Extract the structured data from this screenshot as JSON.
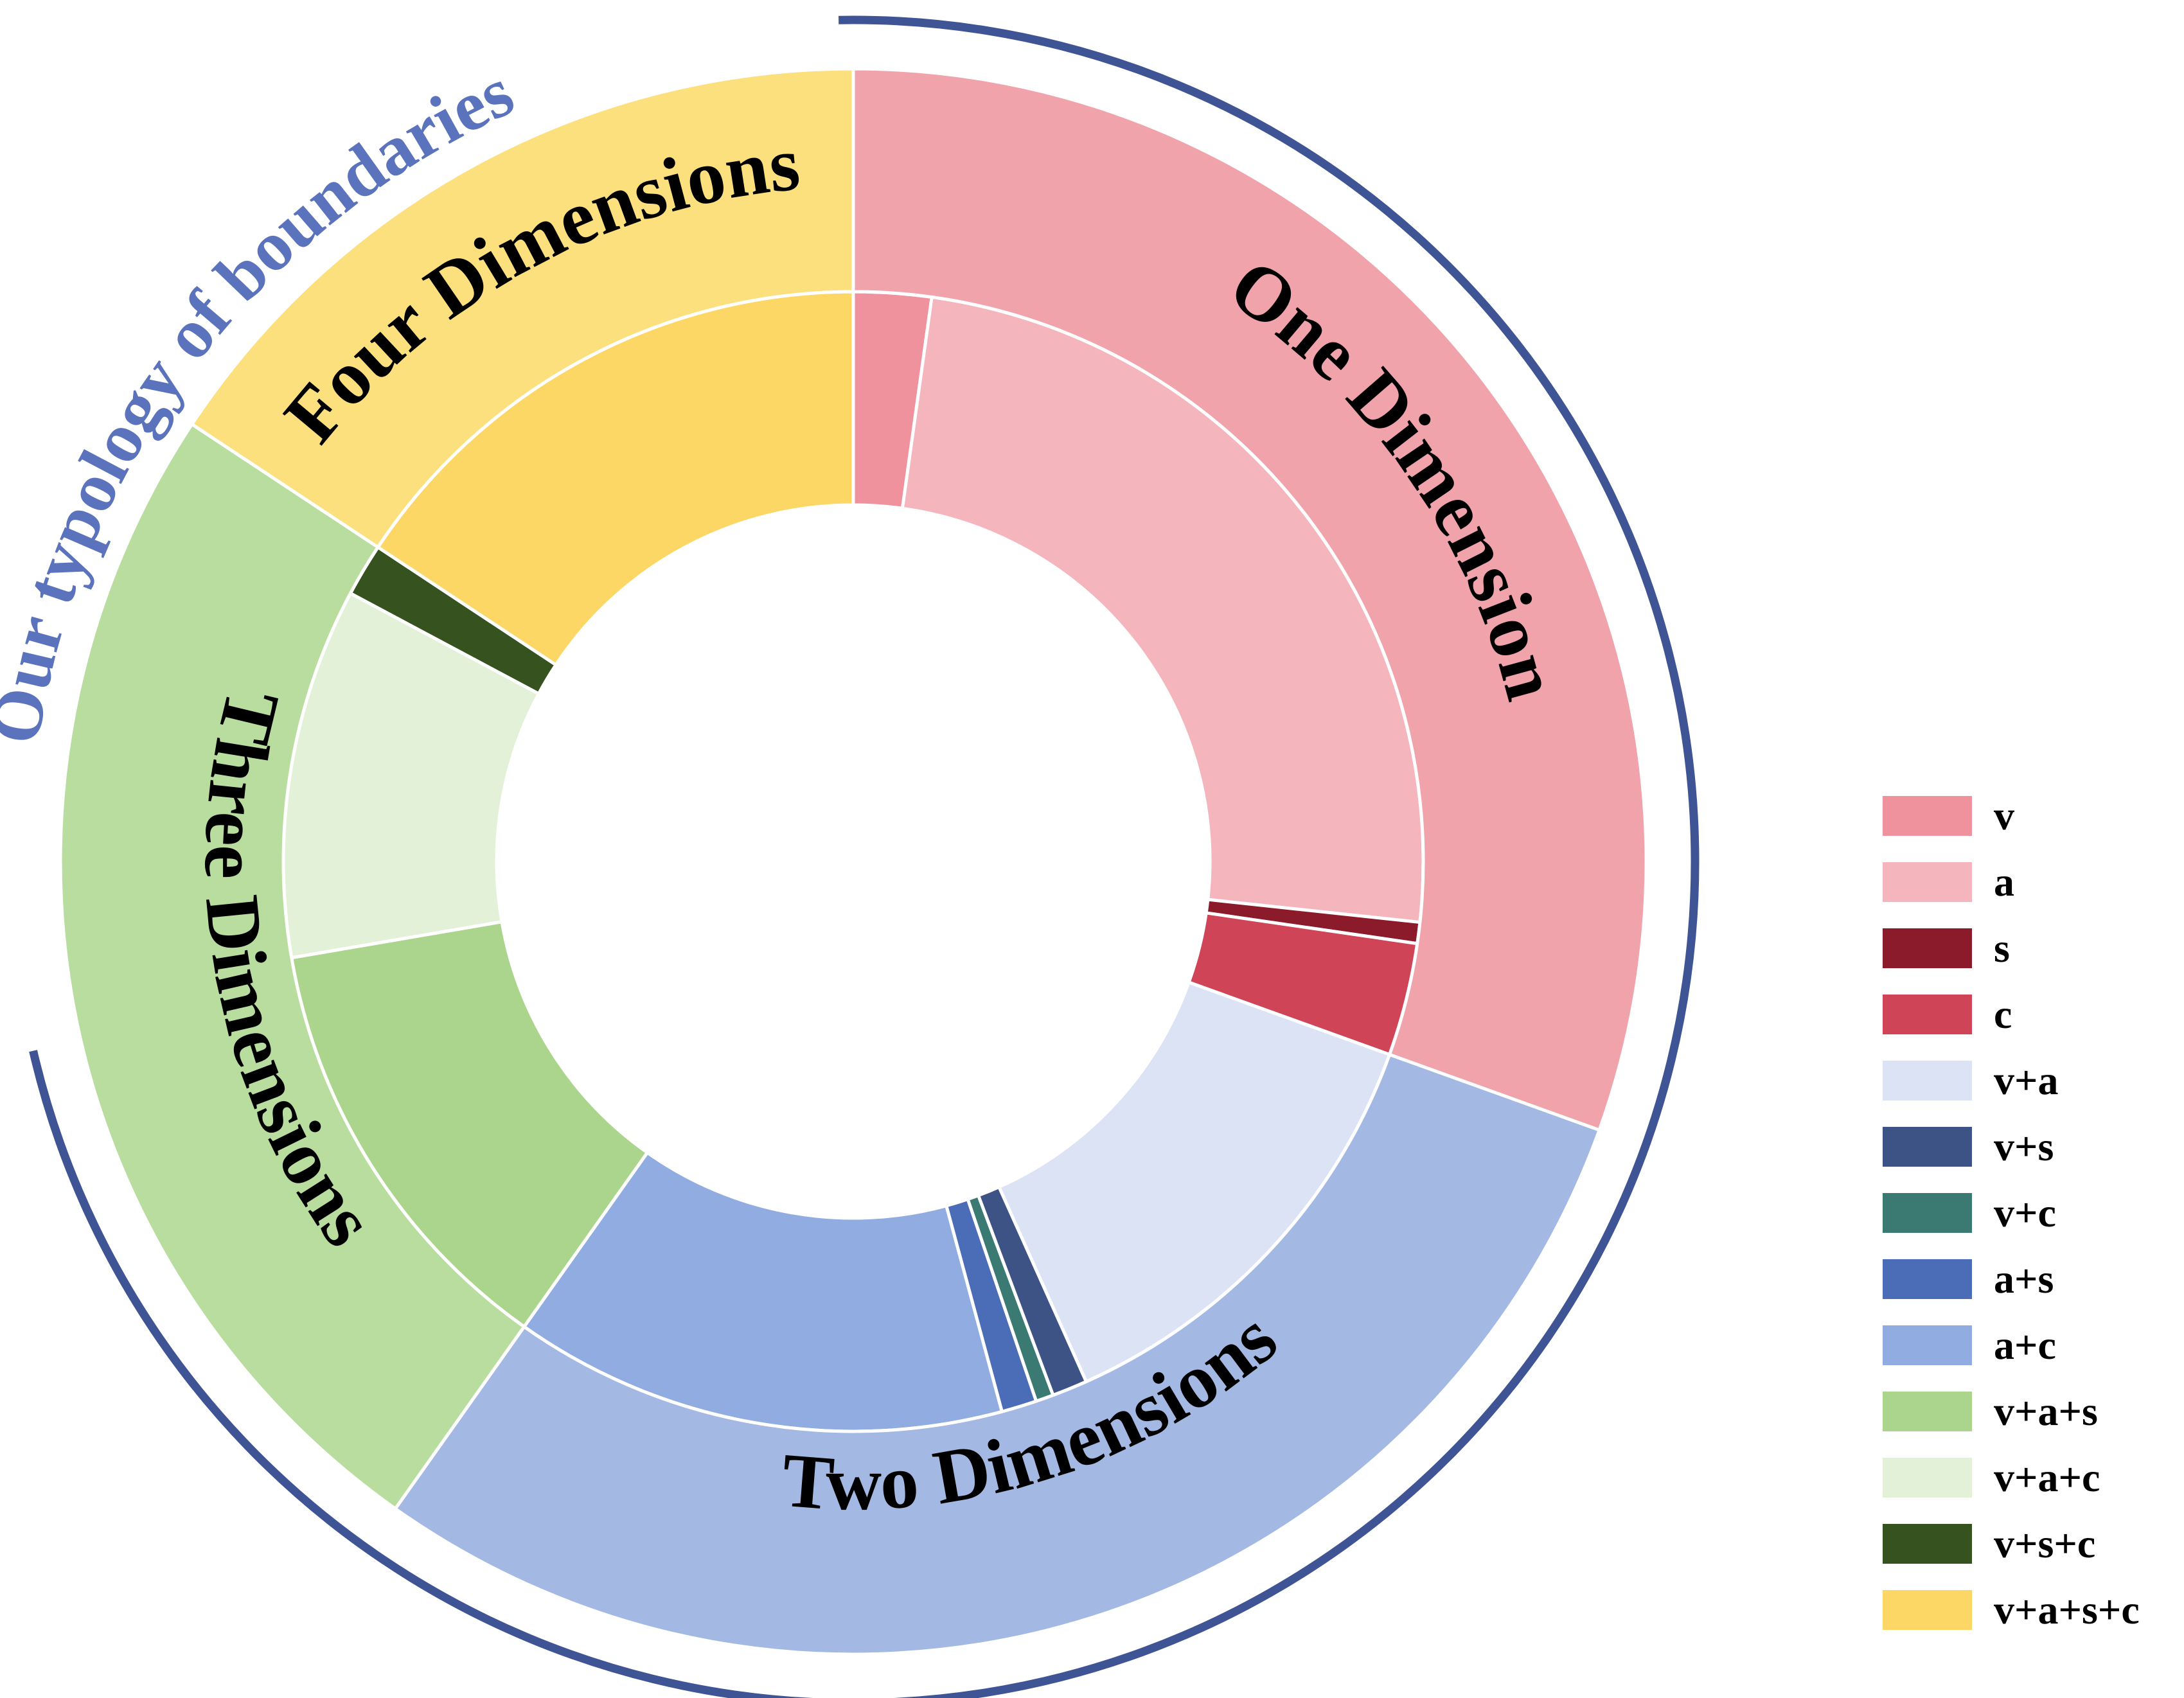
{
  "chart_data": {
    "type": "sunburst",
    "title": "Our typology of boundaries",
    "legend_position": "right",
    "groups": [
      {
        "name": "One Dimension",
        "value": 30.5,
        "color": "#f0a3ab"
      },
      {
        "name": "Two Dimensions",
        "value": 29.3,
        "color": "#a3b8e2"
      },
      {
        "name": "Three Dimensions",
        "value": 24.5,
        "color": "#b8dd9f"
      },
      {
        "name": "Four Dimensions",
        "value": 15.7,
        "color": "#fde07e"
      }
    ],
    "categories": [
      {
        "name": "v",
        "group": "One Dimension",
        "value": 2.2,
        "color": "#ef929e"
      },
      {
        "name": "a",
        "group": "One Dimension",
        "value": 24.5,
        "color": "#f4b5bd"
      },
      {
        "name": "s",
        "group": "One Dimension",
        "value": 0.6,
        "color": "#8b1a2b"
      },
      {
        "name": "c",
        "group": "One Dimension",
        "value": 3.2,
        "color": "#cf4456"
      },
      {
        "name": "v+a",
        "group": "Two Dimensions",
        "value": 12.8,
        "color": "#dbe3f4"
      },
      {
        "name": "v+s",
        "group": "Two Dimensions",
        "value": 1.0,
        "color": "#3e5385"
      },
      {
        "name": "v+c",
        "group": "Two Dimensions",
        "value": 0.5,
        "color": "#3a7a72"
      },
      {
        "name": "a+s",
        "group": "Two Dimensions",
        "value": 1.0,
        "color": "#4b6cb7"
      },
      {
        "name": "a+c",
        "group": "Two Dimensions",
        "value": 14.0,
        "color": "#91ace0"
      },
      {
        "name": "v+a+s",
        "group": "Three Dimensions",
        "value": 12.5,
        "color": "#abd58d"
      },
      {
        "name": "v+a+c",
        "group": "Three Dimensions",
        "value": 10.5,
        "color": "#e3f1d9"
      },
      {
        "name": "v+s+c",
        "group": "Three Dimensions",
        "value": 1.5,
        "color": "#35521f"
      },
      {
        "name": "v+a+s+c",
        "group": "Four Dimensions",
        "value": 15.7,
        "color": "#fcd766"
      }
    ],
    "outer_ring_color": "#3e5494"
  }
}
